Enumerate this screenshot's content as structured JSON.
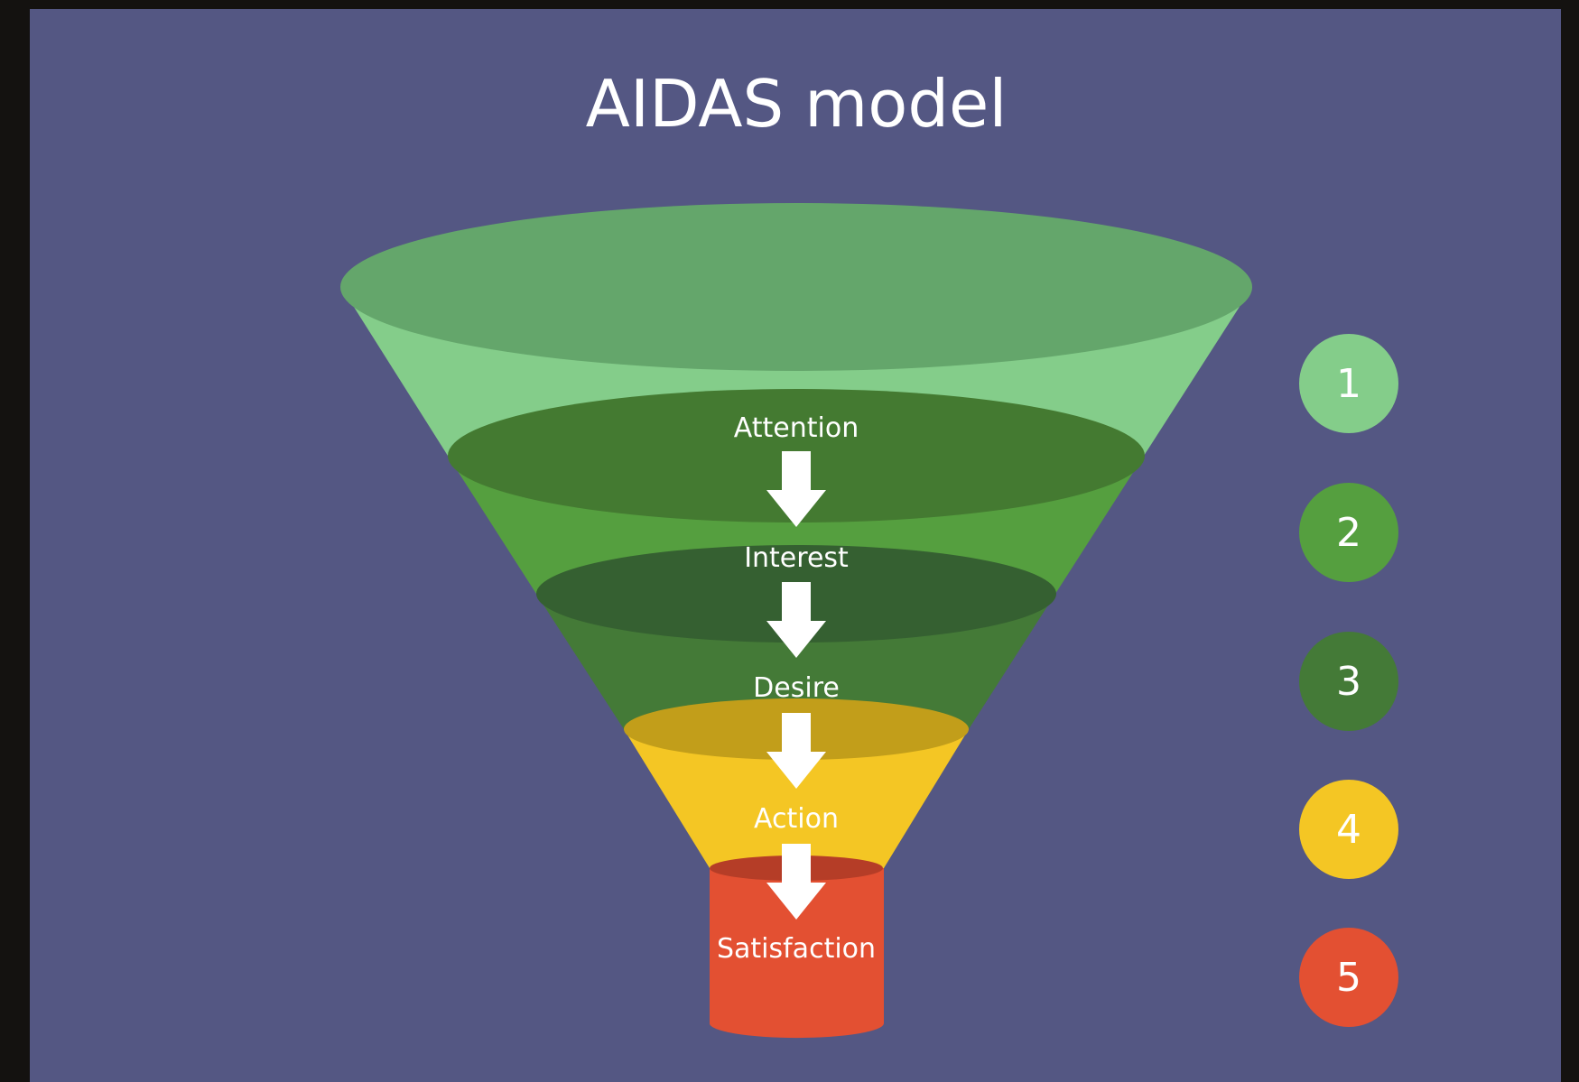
{
  "title": "AIDAS model",
  "colors": {
    "outer_background": "#141210",
    "panel_background": "#545783",
    "text": "#ffffff",
    "arrow": "#ffffff",
    "attention_wall": "#84cd8a",
    "attention_top": "#64a66b",
    "interest_wall": "#559f3f",
    "interest_top": "#447a31",
    "desire_wall": "#447a37",
    "desire_top": "#356031",
    "action_wall": "#f4c624",
    "action_top": "#c29e1a",
    "satisfaction_wall": "#e35032",
    "satisfaction_top": "#b53d27"
  },
  "stages": [
    {
      "label": "Attention",
      "number": "1",
      "color": "#84cd8a",
      "icon": "arrow-down-icon"
    },
    {
      "label": "Interest",
      "number": "2",
      "color": "#559f3f",
      "icon": "arrow-down-icon"
    },
    {
      "label": "Desire",
      "number": "3",
      "color": "#447a37",
      "icon": "arrow-down-icon"
    },
    {
      "label": "Action",
      "number": "4",
      "color": "#f4c624",
      "icon": "arrow-down-icon"
    },
    {
      "label": "Satisfaction",
      "number": "5",
      "color": "#e35032"
    }
  ]
}
